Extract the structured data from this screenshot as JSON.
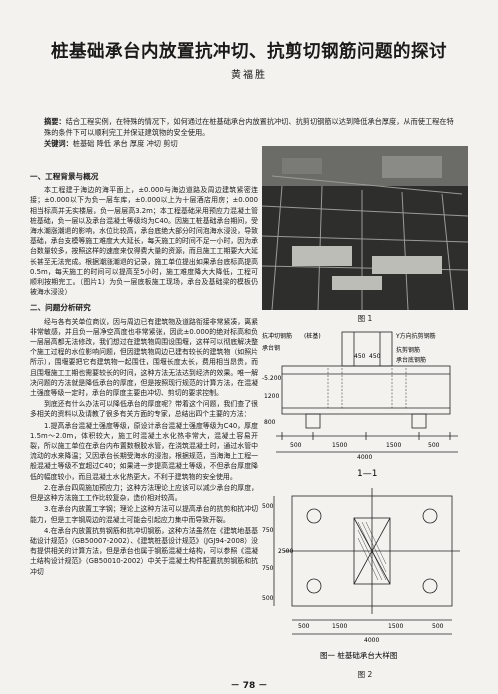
{
  "title": "桩基础承台内放置抗冲切、抗剪切钢筋问题的探讨",
  "author": "黄福胜",
  "abstract": {
    "label": "摘要：",
    "text": "结合工程实例，在特殊的情况下，如何通过在桩基础承台内放置抗冲切、抗剪切钢筋以达到降低承台厚度，从而使工程在特殊的条件下可以顺利完工并保证建筑物的安全使用。",
    "keywords_label": "关键词：",
    "keywords": "桩基础 降低 承台 厚度 冲切 剪切"
  },
  "section1": {
    "heading": "一、工程背景与概况",
    "paragraphs": [
      "本工程建于海边的海平面上，±0.000与海边道路及周边建筑紧密连接；±0.000以下为负一层车库，±0.000以上为十层酒店用房；±0.000相当标高并无实楼层，负一层层高3.2m；本工程基础采用预应力混凝土管桩基础，负一层以及承台混凝土等级均为C40。因施工桩基础承台期间，受海水潮涨潮退的影响，水位比较高，承台底绝大部分时间泡海水浸没，导致基础，承台支模等施工难度大大延长，每天施工的时间不足一小时，因为承台数量较多，按照这样的速度来仅得费大量的资源，而且施工工期要大大延长甚至无法完成。根据潮涨潮退的记录，施工单位提出如果承台底标高提高0.5m，每天施工的时间可以提高至5小时，施工难度降大大降低，工程可顺利按期完工。（图片1）为负一层底板施工现场，承台及基础梁的模板仍被海水浸没）"
    ]
  },
  "section2": {
    "heading": "二、问题分析研究",
    "paragraphs": [
      "经与各有关单位商议，因与周边已有建筑物及道路衔接非常紧凑，离紧非常敏感，并且负一层净空高度也非常紧张，因此±0.000的绝对标高和负一层层高都无法修改，我们想过在建筑物周围设围堰，这样可以彻底解决整个施工过程的水位影响问题，但因建筑物周边已建有较长的建筑物（如照片所示），围堰要把它有建筑物一起围住，围堰长度太长，费用相当昂贵，而且围堰施工工期也需要较长的时间，这种方法无法达到经济的效果。唯一解决问题的方法就是降低承台的厚度，但是按照现行规范的计算方法，在混凝土强度等级一定时，承台的厚度主要由冲切、剪切的要求控制。",
      "到底还有什么办法可以降低承台的厚度呢？带着这个问题，我们查了很多相关的资料以及请教了很多有关方面的专家，总结出四个主要的方法：",
      "1.提高承台混凝土强度等级，原设计承台混凝土强度等级为C40，厚度1.5m～2.0m，体积较大，施工时混凝土水化热非常大，混凝土容易开裂，所以施工单位在承台内布置数根胶水管，在浇筑混凝土时，通过水管中流动的水来降温；又因承台长期受海水的浸泡，根据规范，当海海上工程一般混凝土等级不宜超过C40；如果进一步提高混凝土等级，不但承台厚度降低的幅度较小，而且混凝土水化热更大，不利于建筑物的安全使用。",
      "2.在承台四周施加预应力；这种方法理论上应该可以减少承台的厚度，但是这种方法施工工作比较复杂，造价相对较高。",
      "3.在承台内放置工字钢；理论上这种方法可以提高承台的抗剪和抗冲切能力，但是工字钢周边的混凝土可能会引起应力集中而导致开裂。",
      "4.在承台内放置抗剪钢筋和抗冲切钢筋，这种方法虽然在《建筑地基基础设计规范》（GB50007-2002）、《建筑桩基设计规范》（JGJ94-2008）没有提供相关的计算方法，但是承台也属于钢筋混凝土结构，可以参照《混凝土结构设计规范》（GB50010-2002）中关于混凝土构件配置抗剪钢筋和抗冲切"
    ]
  },
  "figure1": {
    "caption": "图 1",
    "alt": "施工现场照片"
  },
  "figure2": {
    "caption": "图 2",
    "section_label": "1—1",
    "plan_title": "图一 桩基础承台大样图",
    "labels": {
      "antipunch": "抗冲切钢筋",
      "bearing_line": "承台钢",
      "prefix_bg": "(桩基)",
      "shear_bar": "抗剪钢筋",
      "y_dir": "Y方向抗剪钢筋",
      "bottom_bar": "承台底钢筋",
      "dims_top": [
        "450",
        "450"
      ],
      "dims_bottom": [
        "500",
        "1500",
        "1500",
        "500"
      ],
      "total": "4000",
      "left_dims": [
        "1200",
        "800"
      ],
      "elev": "-5.200",
      "plan_left": [
        "500",
        "750",
        "750",
        "500"
      ],
      "plan_total": "2500",
      "plan_bottom": [
        "500",
        "1500",
        "1500",
        "500"
      ],
      "plan_total_bottom": "4000"
    }
  },
  "page_number": "－ 78 －"
}
